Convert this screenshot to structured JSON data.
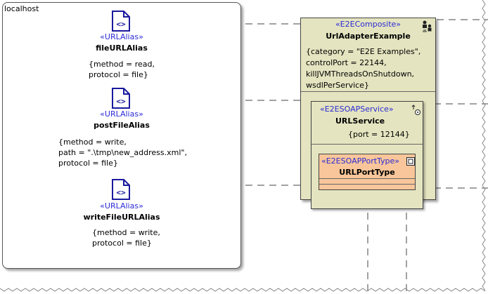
{
  "host": {
    "title": "localhost"
  },
  "aliases": [
    {
      "stereotype": "«URLAlias»",
      "name": "fileURLAlias",
      "props": [
        "{method = read,",
        "protocol = file}"
      ]
    },
    {
      "stereotype": "«URLAlias»",
      "name": "postFileAlias",
      "props": [
        "{method = write,",
        "path = \".\\tmp\\new_address.xml\",",
        "protocol = file}"
      ]
    },
    {
      "stereotype": "«URLAlias»",
      "name": "writeFileURLAlias",
      "props": [
        "{method = write,",
        "protocol = file}"
      ]
    }
  ],
  "composite": {
    "stereotype": "«E2EComposite»",
    "name": "UrlAdapterExample",
    "props": [
      "{category = \"E2E Examples\",",
      "controlPort = 22144,",
      "killJVMThreadsOnShutdown,",
      "wsdlPerService}"
    ],
    "icon": "composite-icon"
  },
  "service": {
    "stereotype": "«E2ESOAPService»",
    "name": "URLService",
    "props": [
      "{port = 12144}"
    ],
    "icon": "service-icon"
  },
  "porttype": {
    "stereotype": "«E2ESOAPPortType»",
    "name": "URLPortType",
    "icon": "porttype-icon"
  },
  "colors": {
    "stereotype": "#2b2bd6",
    "composite_fill": "#e4e4c0",
    "porttype_fill": "#f8c69a",
    "alias_icon": "#1a1a9e"
  }
}
